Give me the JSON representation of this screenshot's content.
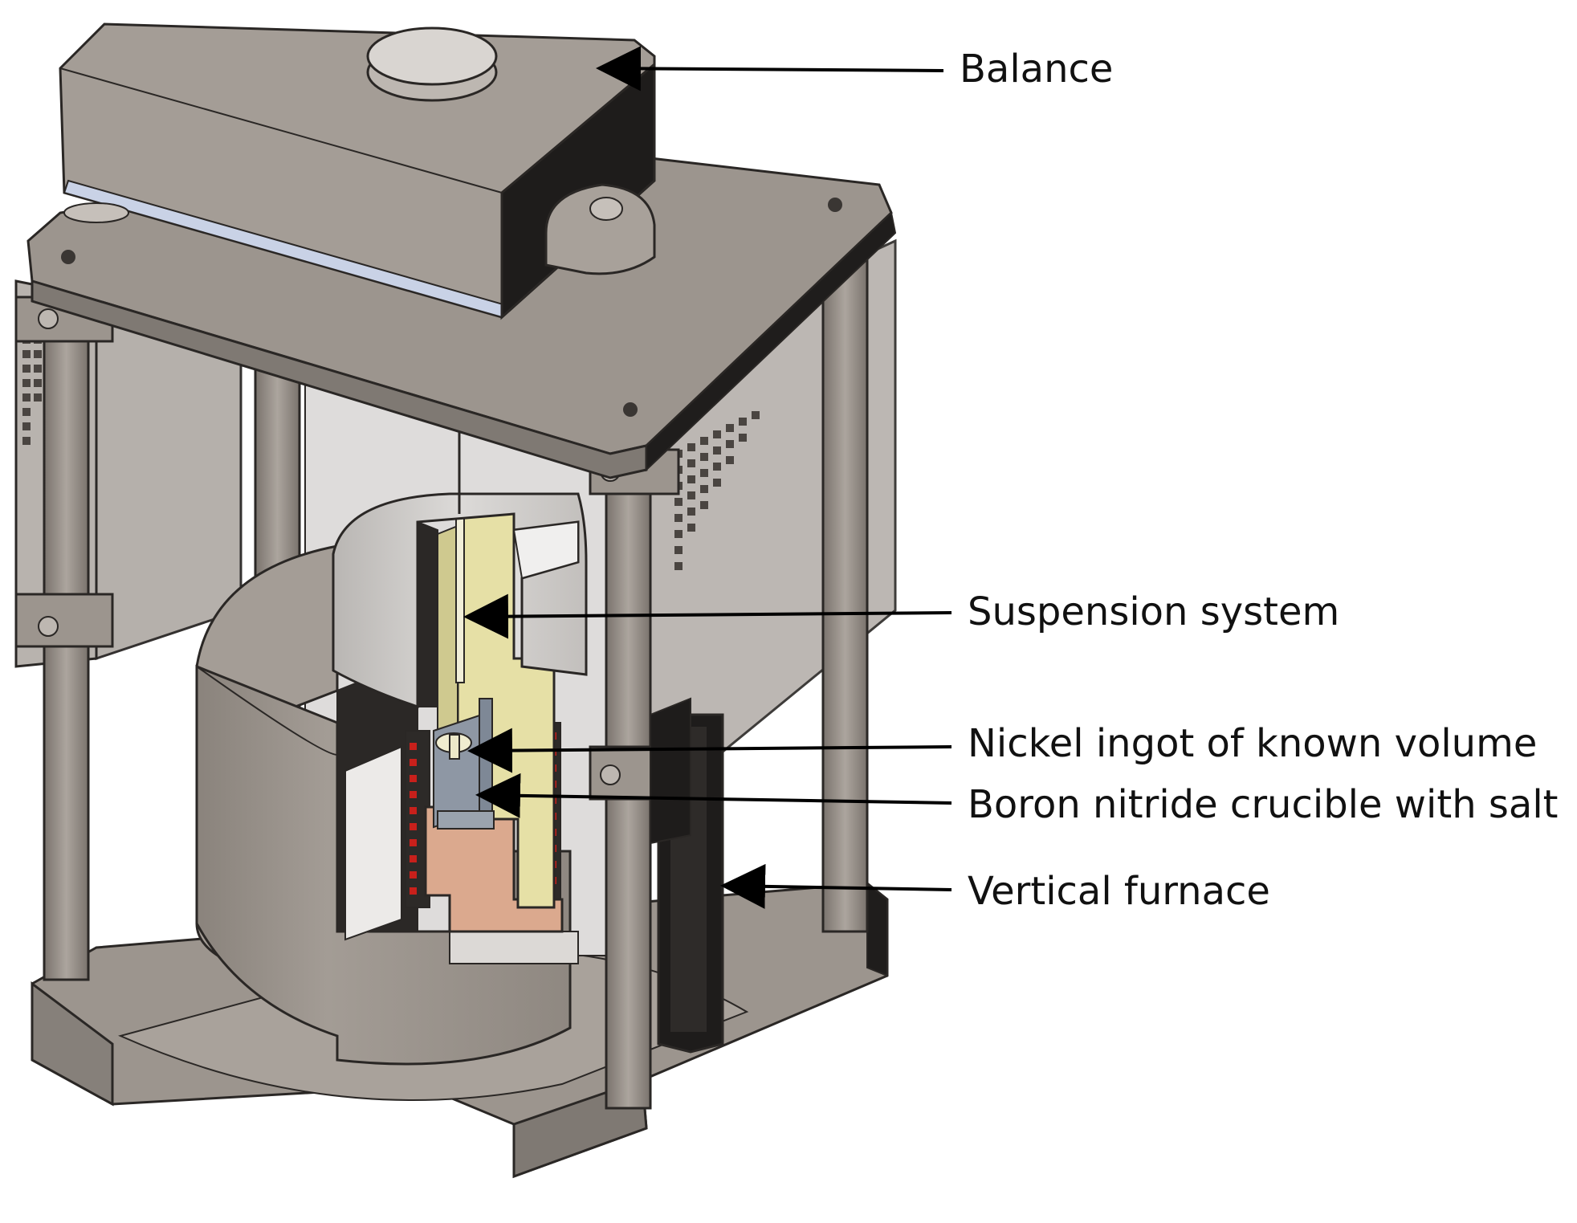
{
  "diagram": {
    "labels": {
      "balance": "Balance",
      "suspension_system": "Suspension system",
      "nickel_ingot": "Nickel ingot of known volume",
      "boron_nitride_crucible": "Boron nitride crucible with salt",
      "vertical_furnace": "Vertical furnace"
    },
    "colors": {
      "metal_gray": "#9a928a",
      "metal_dark": "#6f6862",
      "panel_light": "#d8d6d4",
      "black_parts": "#1e1c1b",
      "crucible_yellow": "#e6e0a6",
      "copper_block": "#dba98e",
      "heater_red": "#c8201b",
      "outline": "#2a2725"
    }
  }
}
